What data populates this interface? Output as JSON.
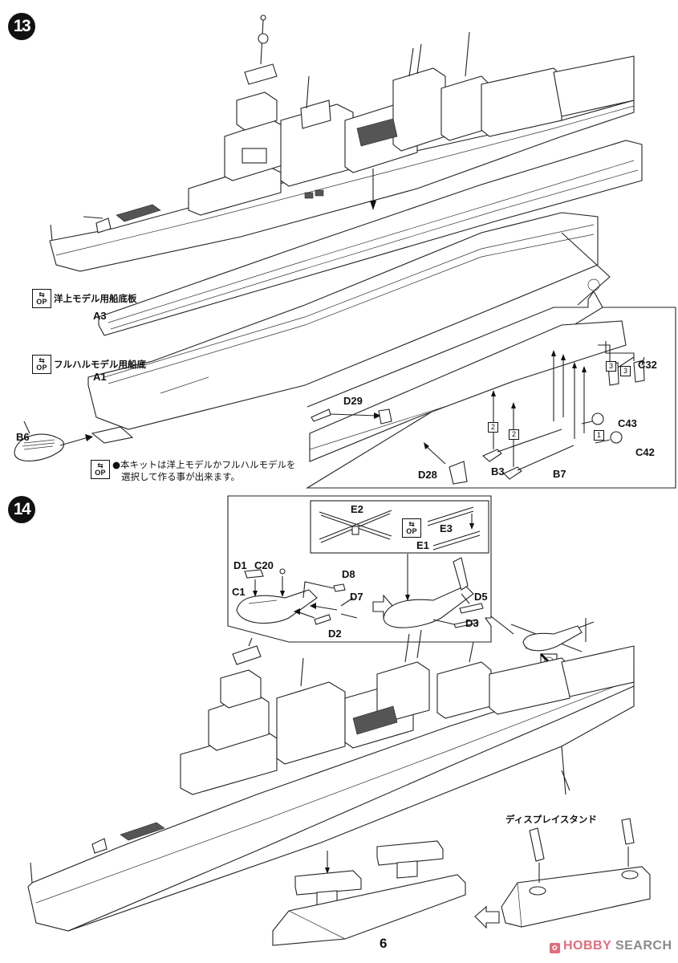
{
  "page": {
    "page_number": "6",
    "watermark": {
      "brand_primary": "HOBBY",
      "brand_secondary": "SEARCH",
      "primary_color": "#e06d7d",
      "secondary_color": "#8a8a8a"
    }
  },
  "step13": {
    "step_number": "13",
    "options": [
      {
        "icon": "optional-part-icon",
        "icon_text": "OP",
        "label": "洋上モデル用船底板",
        "part": "A3"
      },
      {
        "icon": "optional-part-icon",
        "icon_text": "OP",
        "label": "フルハルモデル用船底",
        "part": "A1"
      }
    ],
    "bow_part": "B6",
    "note_icon_text": "OP",
    "note_lines": [
      "●本キットは洋上モデルかフルハルモデルを",
      "選択して作る事が出来ます。"
    ],
    "detail_inset": {
      "parts": [
        "D29",
        "D28",
        "B3",
        "B7",
        "C43",
        "C42",
        "C32"
      ],
      "sequence_markers": [
        "1",
        "2",
        "2",
        "3",
        "3"
      ]
    }
  },
  "step14": {
    "step_number": "14",
    "helicopter_inset": {
      "parts": [
        "D1",
        "C20",
        "C1",
        "D8",
        "D7",
        "D2",
        "D5",
        "D3"
      ],
      "rotor_subinset": {
        "parts": [
          "E2",
          "E3",
          "E1"
        ],
        "icon_text": "OP"
      }
    },
    "no_glue_icon": "no-glue-icon",
    "stand_label": "ディスプレイスタンド"
  }
}
